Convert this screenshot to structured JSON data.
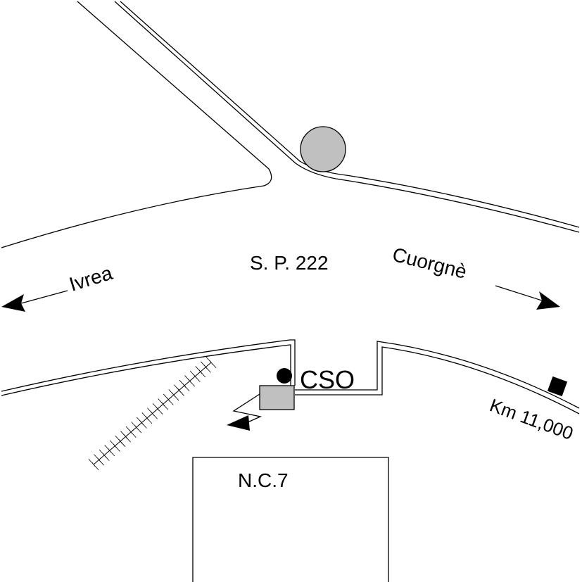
{
  "labels": {
    "road": "S. P. 222",
    "west_destination": "Ivrea",
    "east_destination": "Cuorgnè",
    "station": "CSO",
    "kilometre_marker": "Km 11,000",
    "building": "N.C.7"
  },
  "colors": {
    "line": "#000000",
    "background": "#ffffff",
    "roundabout_fill": "#c0c0c0",
    "station_box_fill": "#c0c0c0"
  },
  "icons": {
    "roundabout": "circle-shape",
    "station_box": "rectangle-shape",
    "station_marker": "dot-shape",
    "kilometre_post": "square-shape",
    "hedge": "vegetation-row",
    "camera_view": "lightning-arrow"
  }
}
